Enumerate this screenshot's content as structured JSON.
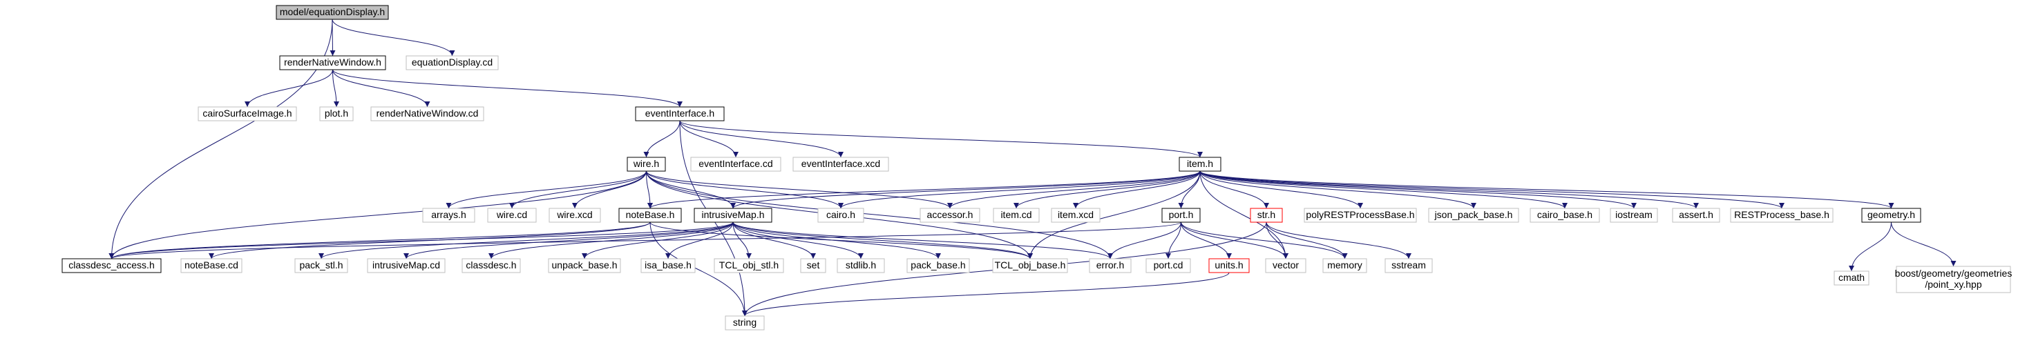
{
  "colors": {
    "edge": "#191970",
    "node_border": "#000000",
    "external_border": "#bfbfbf",
    "missing_border": "#ff0000",
    "root_fill": "#bfbfbf",
    "background": "#ffffff"
  },
  "nodes": [
    {
      "id": "equationDisplay_h",
      "label": "model/equationDisplay.h",
      "kind": "root"
    },
    {
      "id": "renderNativeWindow_h",
      "label": "renderNativeWindow.h",
      "kind": "normal"
    },
    {
      "id": "equationDisplay_cd",
      "label": "equationDisplay.cd",
      "kind": "external"
    },
    {
      "id": "cairoSurfaceImage_h",
      "label": "cairoSurfaceImage.h",
      "kind": "external"
    },
    {
      "id": "plot_h",
      "label": "plot.h",
      "kind": "external"
    },
    {
      "id": "renderNativeWindow_cd",
      "label": "renderNativeWindow.cd",
      "kind": "external"
    },
    {
      "id": "eventInterface_h",
      "label": "eventInterface.h",
      "kind": "normal"
    },
    {
      "id": "wire_h",
      "label": "wire.h",
      "kind": "normal"
    },
    {
      "id": "eventInterface_cd",
      "label": "eventInterface.cd",
      "kind": "external"
    },
    {
      "id": "eventInterface_xcd",
      "label": "eventInterface.xcd",
      "kind": "external"
    },
    {
      "id": "item_h",
      "label": "item.h",
      "kind": "normal"
    },
    {
      "id": "arrays_h",
      "label": "arrays.h",
      "kind": "external"
    },
    {
      "id": "wire_cd",
      "label": "wire.cd",
      "kind": "external"
    },
    {
      "id": "wire_xcd",
      "label": "wire.xcd",
      "kind": "external"
    },
    {
      "id": "noteBase_h",
      "label": "noteBase.h",
      "kind": "normal"
    },
    {
      "id": "intrusiveMap_h",
      "label": "intrusiveMap.h",
      "kind": "normal"
    },
    {
      "id": "cairo_h",
      "label": "cairo.h",
      "kind": "external"
    },
    {
      "id": "accessor_h",
      "label": "accessor.h",
      "kind": "external"
    },
    {
      "id": "item_cd",
      "label": "item.cd",
      "kind": "external"
    },
    {
      "id": "item_xcd",
      "label": "item.xcd",
      "kind": "external"
    },
    {
      "id": "port_h",
      "label": "port.h",
      "kind": "normal"
    },
    {
      "id": "str_h",
      "label": "str.h",
      "kind": "missing"
    },
    {
      "id": "polyRESTProcessBase_h",
      "label": "polyRESTProcessBase.h",
      "kind": "external"
    },
    {
      "id": "json_pack_base_h",
      "label": "json_pack_base.h",
      "kind": "external"
    },
    {
      "id": "cairo_base_h",
      "label": "cairo_base.h",
      "kind": "external"
    },
    {
      "id": "iostream",
      "label": "iostream",
      "kind": "external"
    },
    {
      "id": "assert_h",
      "label": "assert.h",
      "kind": "external"
    },
    {
      "id": "RESTProcess_base_h",
      "label": "RESTProcess_base.h",
      "kind": "external"
    },
    {
      "id": "geometry_h",
      "label": "geometry.h",
      "kind": "normal"
    },
    {
      "id": "classdesc_access_h",
      "label": "classdesc_access.h",
      "kind": "normal"
    },
    {
      "id": "noteBase_cd",
      "label": "noteBase.cd",
      "kind": "external"
    },
    {
      "id": "pack_stl_h",
      "label": "pack_stl.h",
      "kind": "external"
    },
    {
      "id": "intrusiveMap_cd",
      "label": "intrusiveMap.cd",
      "kind": "external"
    },
    {
      "id": "classdesc_h",
      "label": "classdesc.h",
      "kind": "external"
    },
    {
      "id": "unpack_base_h",
      "label": "unpack_base.h",
      "kind": "external"
    },
    {
      "id": "isa_base_h",
      "label": "isa_base.h",
      "kind": "external"
    },
    {
      "id": "TCL_obj_stl_h",
      "label": "TCL_obj_stl.h",
      "kind": "external"
    },
    {
      "id": "set",
      "label": "set",
      "kind": "external"
    },
    {
      "id": "stdlib_h",
      "label": "stdlib.h",
      "kind": "external"
    },
    {
      "id": "pack_base_h",
      "label": "pack_base.h",
      "kind": "external"
    },
    {
      "id": "TCL_obj_base_h",
      "label": "TCL_obj_base.h",
      "kind": "external"
    },
    {
      "id": "error_h",
      "label": "error.h",
      "kind": "external"
    },
    {
      "id": "port_cd",
      "label": "port.cd",
      "kind": "external"
    },
    {
      "id": "units_h",
      "label": "units.h",
      "kind": "missing"
    },
    {
      "id": "vector",
      "label": "vector",
      "kind": "external"
    },
    {
      "id": "memory",
      "label": "memory",
      "kind": "external"
    },
    {
      "id": "sstream",
      "label": "sstream",
      "kind": "external"
    },
    {
      "id": "cmath",
      "label": "cmath",
      "kind": "external"
    },
    {
      "id": "boost_point_xy",
      "label": "boost/geometry/geometries\n/point_xy.hpp",
      "kind": "external"
    },
    {
      "id": "string",
      "label": "string",
      "kind": "external"
    }
  ],
  "edges": [
    [
      "equationDisplay_h",
      "renderNativeWindow_h"
    ],
    [
      "equationDisplay_h",
      "equationDisplay_cd"
    ],
    [
      "equationDisplay_h",
      "classdesc_access_h"
    ],
    [
      "renderNativeWindow_h",
      "cairoSurfaceImage_h"
    ],
    [
      "renderNativeWindow_h",
      "plot_h"
    ],
    [
      "renderNativeWindow_h",
      "renderNativeWindow_cd"
    ],
    [
      "renderNativeWindow_h",
      "eventInterface_h"
    ],
    [
      "eventInterface_h",
      "wire_h"
    ],
    [
      "eventInterface_h",
      "eventInterface_cd"
    ],
    [
      "eventInterface_h",
      "eventInterface_xcd"
    ],
    [
      "eventInterface_h",
      "item_h"
    ],
    [
      "eventInterface_h",
      "string"
    ],
    [
      "wire_h",
      "arrays_h"
    ],
    [
      "wire_h",
      "wire_cd"
    ],
    [
      "wire_h",
      "wire_xcd"
    ],
    [
      "wire_h",
      "noteBase_h"
    ],
    [
      "wire_h",
      "intrusiveMap_h"
    ],
    [
      "wire_h",
      "cairo_h"
    ],
    [
      "wire_h",
      "accessor_h"
    ],
    [
      "wire_h",
      "classdesc_access_h"
    ],
    [
      "wire_h",
      "TCL_obj_base_h"
    ],
    [
      "wire_h",
      "error_h"
    ],
    [
      "item_h",
      "noteBase_h"
    ],
    [
      "item_h",
      "intrusiveMap_h"
    ],
    [
      "item_h",
      "cairo_h"
    ],
    [
      "item_h",
      "accessor_h"
    ],
    [
      "item_h",
      "item_cd"
    ],
    [
      "item_h",
      "item_xcd"
    ],
    [
      "item_h",
      "port_h"
    ],
    [
      "item_h",
      "str_h"
    ],
    [
      "item_h",
      "polyRESTProcessBase_h"
    ],
    [
      "item_h",
      "json_pack_base_h"
    ],
    [
      "item_h",
      "cairo_base_h"
    ],
    [
      "item_h",
      "iostream"
    ],
    [
      "item_h",
      "assert_h"
    ],
    [
      "item_h",
      "RESTProcess_base_h"
    ],
    [
      "item_h",
      "geometry_h"
    ],
    [
      "item_h",
      "TCL_obj_base_h"
    ],
    [
      "item_h",
      "vector"
    ],
    [
      "noteBase_h",
      "classdesc_access_h"
    ],
    [
      "noteBase_h",
      "noteBase_cd"
    ],
    [
      "noteBase_h",
      "TCL_obj_base_h"
    ],
    [
      "noteBase_h",
      "string"
    ],
    [
      "intrusiveMap_h",
      "classdesc_access_h"
    ],
    [
      "intrusiveMap_h",
      "pack_stl_h"
    ],
    [
      "intrusiveMap_h",
      "intrusiveMap_cd"
    ],
    [
      "intrusiveMap_h",
      "classdesc_h"
    ],
    [
      "intrusiveMap_h",
      "unpack_base_h"
    ],
    [
      "intrusiveMap_h",
      "isa_base_h"
    ],
    [
      "intrusiveMap_h",
      "TCL_obj_stl_h"
    ],
    [
      "intrusiveMap_h",
      "set"
    ],
    [
      "intrusiveMap_h",
      "stdlib_h"
    ],
    [
      "intrusiveMap_h",
      "pack_base_h"
    ],
    [
      "intrusiveMap_h",
      "TCL_obj_base_h"
    ],
    [
      "intrusiveMap_h",
      "error_h"
    ],
    [
      "port_h",
      "classdesc_access_h"
    ],
    [
      "port_h",
      "error_h"
    ],
    [
      "port_h",
      "port_cd"
    ],
    [
      "port_h",
      "units_h"
    ],
    [
      "port_h",
      "vector"
    ],
    [
      "port_h",
      "memory"
    ],
    [
      "str_h",
      "vector"
    ],
    [
      "str_h",
      "memory"
    ],
    [
      "str_h",
      "sstream"
    ],
    [
      "str_h",
      "string"
    ],
    [
      "units_h",
      "string"
    ],
    [
      "geometry_h",
      "cmath"
    ],
    [
      "geometry_h",
      "boost_point_xy"
    ]
  ]
}
